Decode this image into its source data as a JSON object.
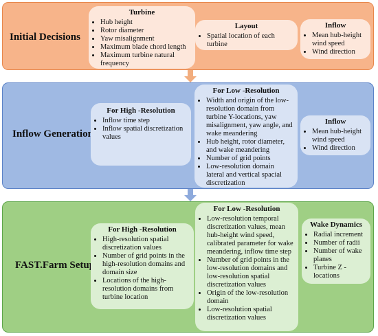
{
  "sections": [
    {
      "title": "Initial Decisions",
      "cards": [
        {
          "heading": "Turbine",
          "items": [
            "Hub height",
            "Rotor diameter",
            "Yaw misalignment",
            "Maximum blade chord length",
            "Maximum turbine natural frequency"
          ]
        },
        {
          "heading": "Layout",
          "items": [
            "Spatial location of each turbine"
          ]
        },
        {
          "heading": "Inflow",
          "items": [
            "Mean hub-height wind speed",
            "Wind direction"
          ]
        }
      ]
    },
    {
      "title": "Inflow Generation",
      "cards": [
        {
          "heading": "For High -Resolution",
          "items": [
            "Inflow time step",
            "Inflow spatial discretization values"
          ]
        },
        {
          "heading": "For Low -Resolution",
          "items": [
            "Width and origin of the low-resolution domain from turbine Y-locations, yaw misalignment, yaw angle, and wake meandering",
            "Hub height, rotor diameter, and wake meandering",
            "Number of grid points",
            "Low-resolution domain lateral and vertical spacial discretization"
          ]
        },
        {
          "heading": "Inflow",
          "items": [
            "Mean hub-height wind speed",
            "Wind direction"
          ]
        }
      ]
    },
    {
      "title": "FAST.Farm Setup",
      "cards": [
        {
          "heading": "For High -Resolution",
          "items": [
            "High-resolution spatial discretization values",
            "Number of grid points in the high-resolution domains and domain size",
            "Locations of the high-resolution domains from turbine location"
          ]
        },
        {
          "heading": "For Low -Resolution",
          "items": [
            "Low-resolution temporal discretization values, mean hub-height wind speed, calibrated parameter for wake meandering, inflow time step",
            "Number of grid points in the low-resolution domains and low-resolution spatial discretization values",
            "Origin of the low-resolution domain",
            "Low-resolution spatial discretization values"
          ]
        },
        {
          "heading": "Wake Dynamics",
          "items": [
            "Radial increment",
            "Number of radii",
            "Number of wake planes",
            "Turbine Z -locations"
          ]
        }
      ]
    }
  ]
}
